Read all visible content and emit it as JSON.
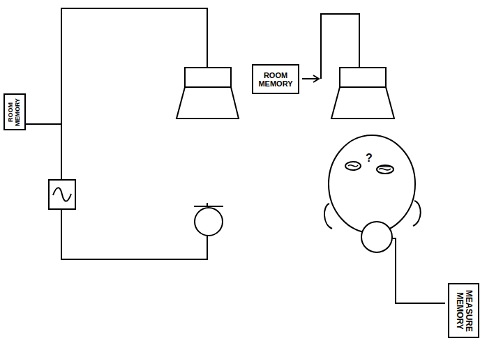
{
  "diagram": {
    "nodes": [
      {
        "text": [
          "ROOM MEMORY"
        ]
      },
      {
        "text": [
          "ROOM MEMORY"
        ]
      },
      {
        "text": [
          "MEASURE MEMORY"
        ]
      }
    ],
    "labels": [
      "?"
    ]
  }
}
